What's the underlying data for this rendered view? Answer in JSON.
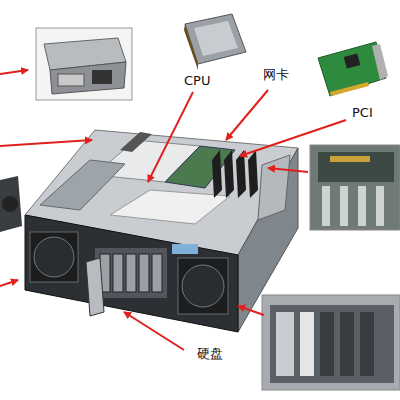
{
  "diagram": {
    "labels": [
      "CPU",
      "网卡",
      "PCI",
      "硬盘"
    ]
  }
}
